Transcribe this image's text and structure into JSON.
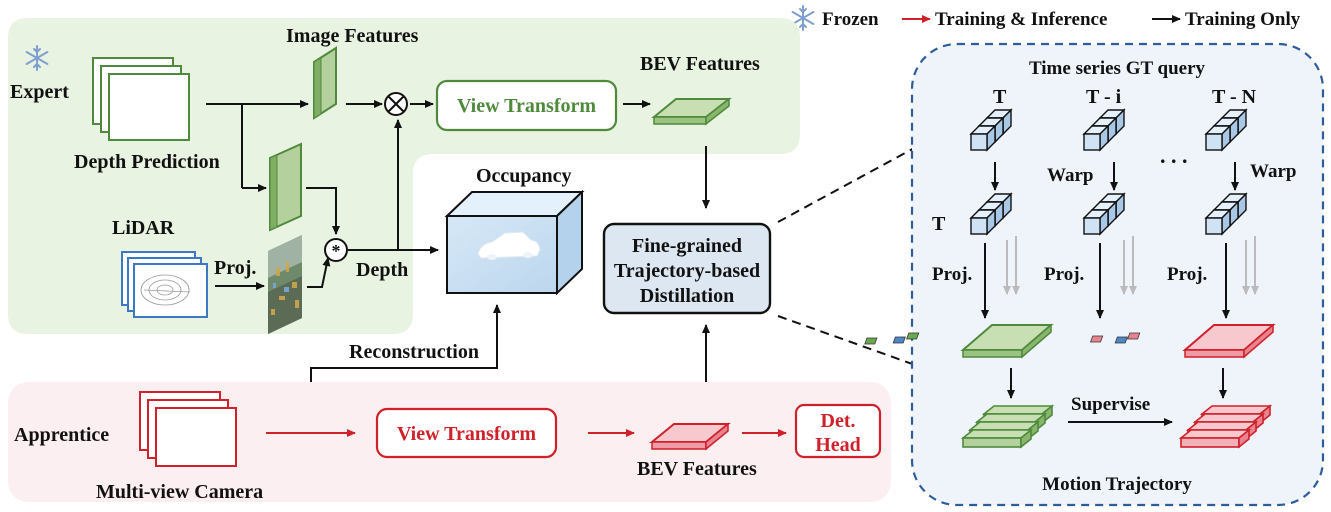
{
  "legend": {
    "frozen": "Frozen",
    "train_infer": "Training & Inference",
    "train_only": "Training Only"
  },
  "expert": {
    "title": "Expert",
    "image_features": "Image Features",
    "depth_prediction": "Depth Prediction",
    "lidar": "LiDAR",
    "proj": "Proj.",
    "depth": "Depth",
    "view_transform": "View Transform",
    "bev_features": "BEV Features"
  },
  "occupancy": {
    "title": "Occupancy",
    "reconstruction": "Reconstruction"
  },
  "distill": {
    "line1": "Fine-grained",
    "line2": "Trajectory-based",
    "line3": "Distillation"
  },
  "apprentice": {
    "title": "Apprentice",
    "camera": "Multi-view Camera",
    "view_transform": "View Transform",
    "bev_features": "BEV Features",
    "det_head_line1": "Det.",
    "det_head_line2": "Head"
  },
  "trajectory": {
    "title": "Time series GT query",
    "t_top": "T",
    "t_minus_i": "T - i",
    "t_minus_n": "T - N",
    "dots": ". . .",
    "warp": "Warp",
    "t_left": "T",
    "proj": "Proj.",
    "supervise": "Supervise",
    "footer": "Motion Trajectory"
  },
  "colors": {
    "expert_bg": "#e9f3e1",
    "apprentice_bg": "#fbeff1",
    "green": "#4f8a3c",
    "red": "#d0202a",
    "blue_dash": "#2f5c9b",
    "traj_bg": "#eef4fa",
    "cube": "#cfe3f5"
  }
}
